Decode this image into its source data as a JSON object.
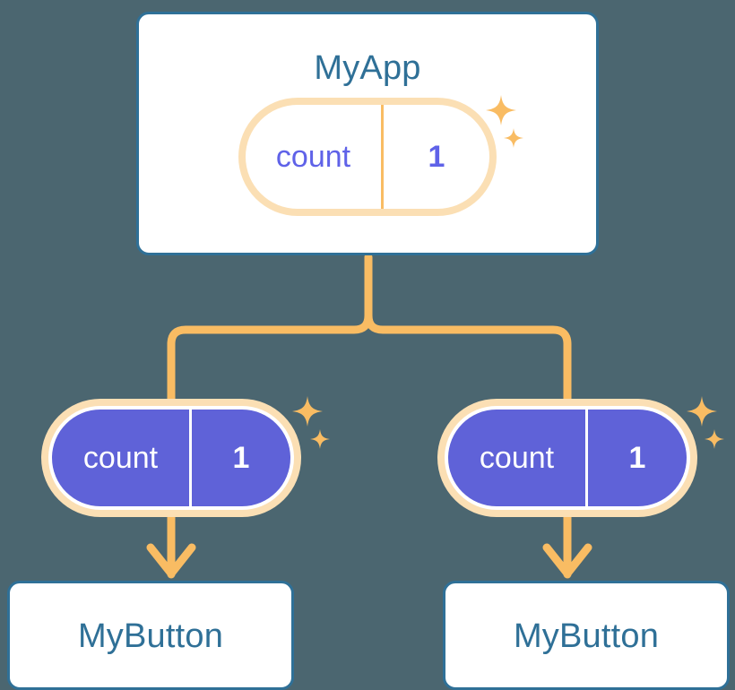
{
  "diagram": {
    "title_text": "React state lifting / prop drilling tree",
    "background_color": "#4b6670",
    "accent_orange": "#f9bc63",
    "accent_orange_pale": "#fbdfb4",
    "accent_blue": "#2f7097",
    "accent_purple": "#5f62d8",
    "accent_purple_text": "#5f62e8"
  },
  "app_card": {
    "title": "MyApp",
    "state_pill": {
      "key": "count",
      "value": "1",
      "style": "hollow"
    },
    "sparkle_big": "sparkle-icon",
    "sparkle_small": "sparkle-icon"
  },
  "children": [
    {
      "id": "left",
      "state_pill": {
        "key": "count",
        "value": "1",
        "style": "filled"
      },
      "card_title": "MyButton",
      "sparkle_big": "sparkle-icon",
      "sparkle_small": "sparkle-icon",
      "arrow": "arrow-down-icon"
    },
    {
      "id": "right",
      "state_pill": {
        "key": "count",
        "value": "1",
        "style": "filled"
      },
      "card_title": "MyButton",
      "sparkle_big": "sparkle-icon",
      "sparkle_small": "sparkle-icon",
      "arrow": "arrow-down-icon"
    }
  ],
  "connectors": {
    "trunk": "vertical-branch-connector",
    "left_arrow": "arrow-down-icon",
    "right_arrow": "arrow-down-icon"
  }
}
